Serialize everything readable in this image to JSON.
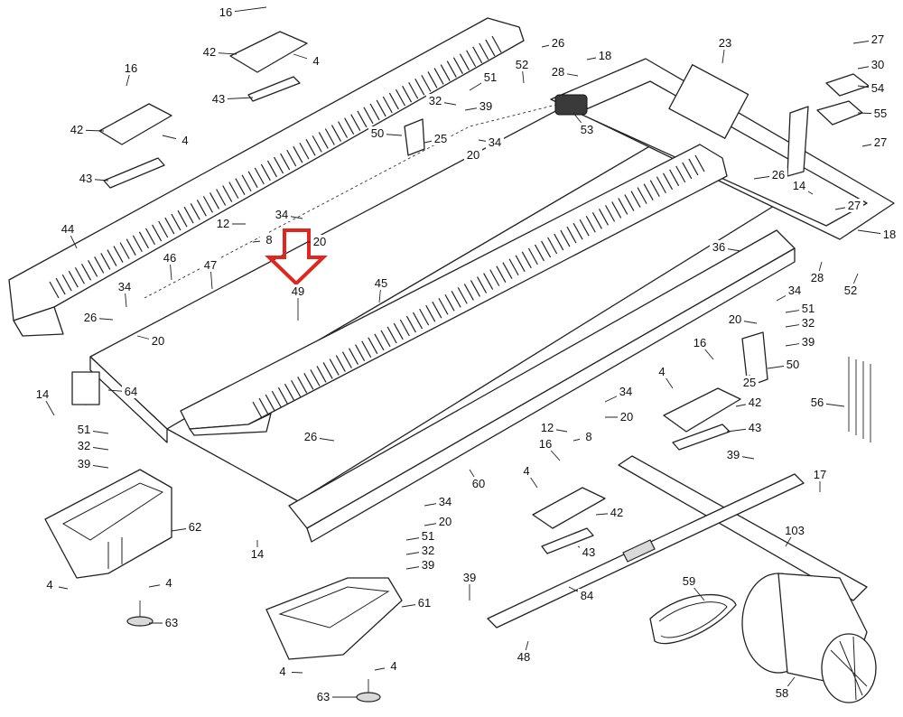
{
  "diagram": {
    "callouts": {
      "c16a": "16",
      "c42a": "42",
      "c4a": "4",
      "c43a": "43",
      "c16b": "16",
      "c42b": "42",
      "c4b": "4",
      "c43b": "43",
      "c44": "44",
      "c26a": "26",
      "c52a": "52",
      "c28a": "28",
      "c18a": "18",
      "c51a": "51",
      "c32a": "32",
      "c39a": "39",
      "c50a": "50",
      "c25a": "25",
      "c34a": "34",
      "c20a": "20",
      "c53": "53",
      "c23": "23",
      "c27a": "27",
      "c30": "30",
      "c54": "54",
      "c55": "55",
      "c27b": "27",
      "c26b": "26",
      "c14a": "14",
      "c27c": "27",
      "c18b": "18",
      "c28b": "28",
      "c52b": "52",
      "c12a": "12",
      "c8a": "8",
      "c34b": "34",
      "c20b": "20",
      "c49": "49",
      "c46": "46",
      "c47": "47",
      "c45": "45",
      "c34c": "34",
      "c26c": "26",
      "c20c": "20",
      "c36": "36",
      "c34d": "34",
      "c51b": "51",
      "c20d": "20",
      "c32b": "32",
      "c39b": "39",
      "c16c": "16",
      "c4c": "4",
      "c42c": "42",
      "c43c": "43",
      "c25b": "25",
      "c50b": "50",
      "c56": "56",
      "c14b": "14",
      "c64": "64",
      "c51c": "51",
      "c32c": "32",
      "c39c": "39",
      "c34e": "34",
      "c20e": "20",
      "c12b": "12",
      "c8b": "8",
      "c26d": "26",
      "c60": "60",
      "c16d": "16",
      "c4d": "4",
      "c42d": "42",
      "c43d": "43",
      "c39d": "39",
      "c17": "17",
      "c103": "103",
      "c62": "62",
      "c14c": "14",
      "c34f": "34",
      "c20f": "20",
      "c51d": "51",
      "c32d": "32",
      "c39e": "39",
      "c4e": "4",
      "c4f": "4",
      "c63a": "63",
      "c61": "61",
      "c84": "84",
      "c39f": "39",
      "c59": "59",
      "c48": "48",
      "c4g": "4",
      "c4h": "4",
      "c63b": "63",
      "c58": "58"
    },
    "highlight_color": "#e0261f"
  }
}
